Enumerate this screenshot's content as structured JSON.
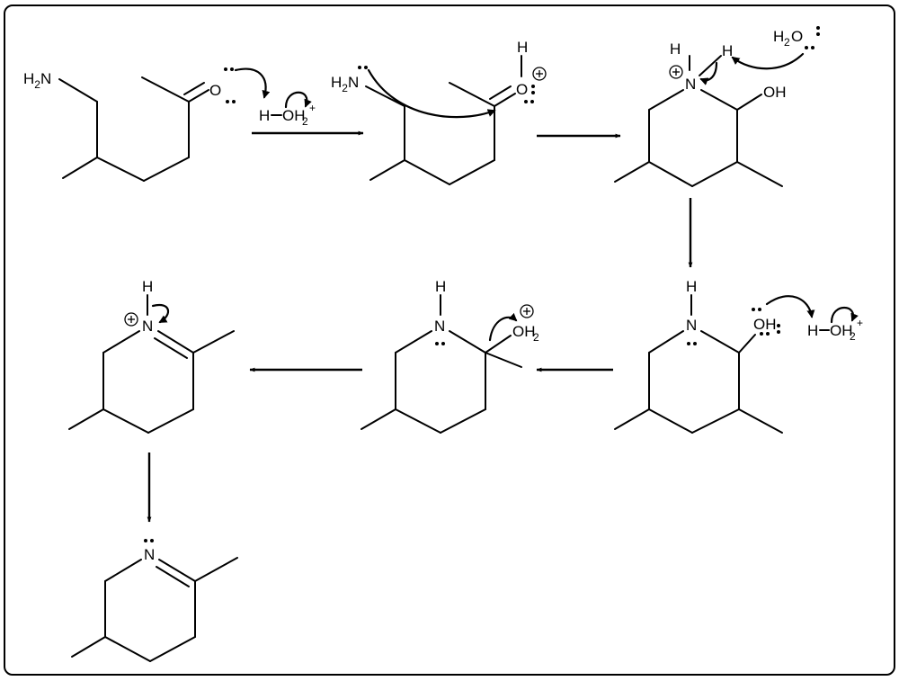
{
  "labels": {
    "amine": "H2N",
    "oxygen": "O",
    "hydronium_h": "H",
    "hydronium_oh": "OH",
    "hydronium_sub": "2",
    "hydronium_sup": "+",
    "hydrogen": "H",
    "nitrogen": "N",
    "hydroxyl": "OH",
    "water": "H2O",
    "oxonium": "OH",
    "oxonium_sub": "2",
    "h2_sub": "2",
    "h_prefix": "H"
  },
  "colors": {
    "ink": "#000000",
    "background": "#ffffff"
  }
}
